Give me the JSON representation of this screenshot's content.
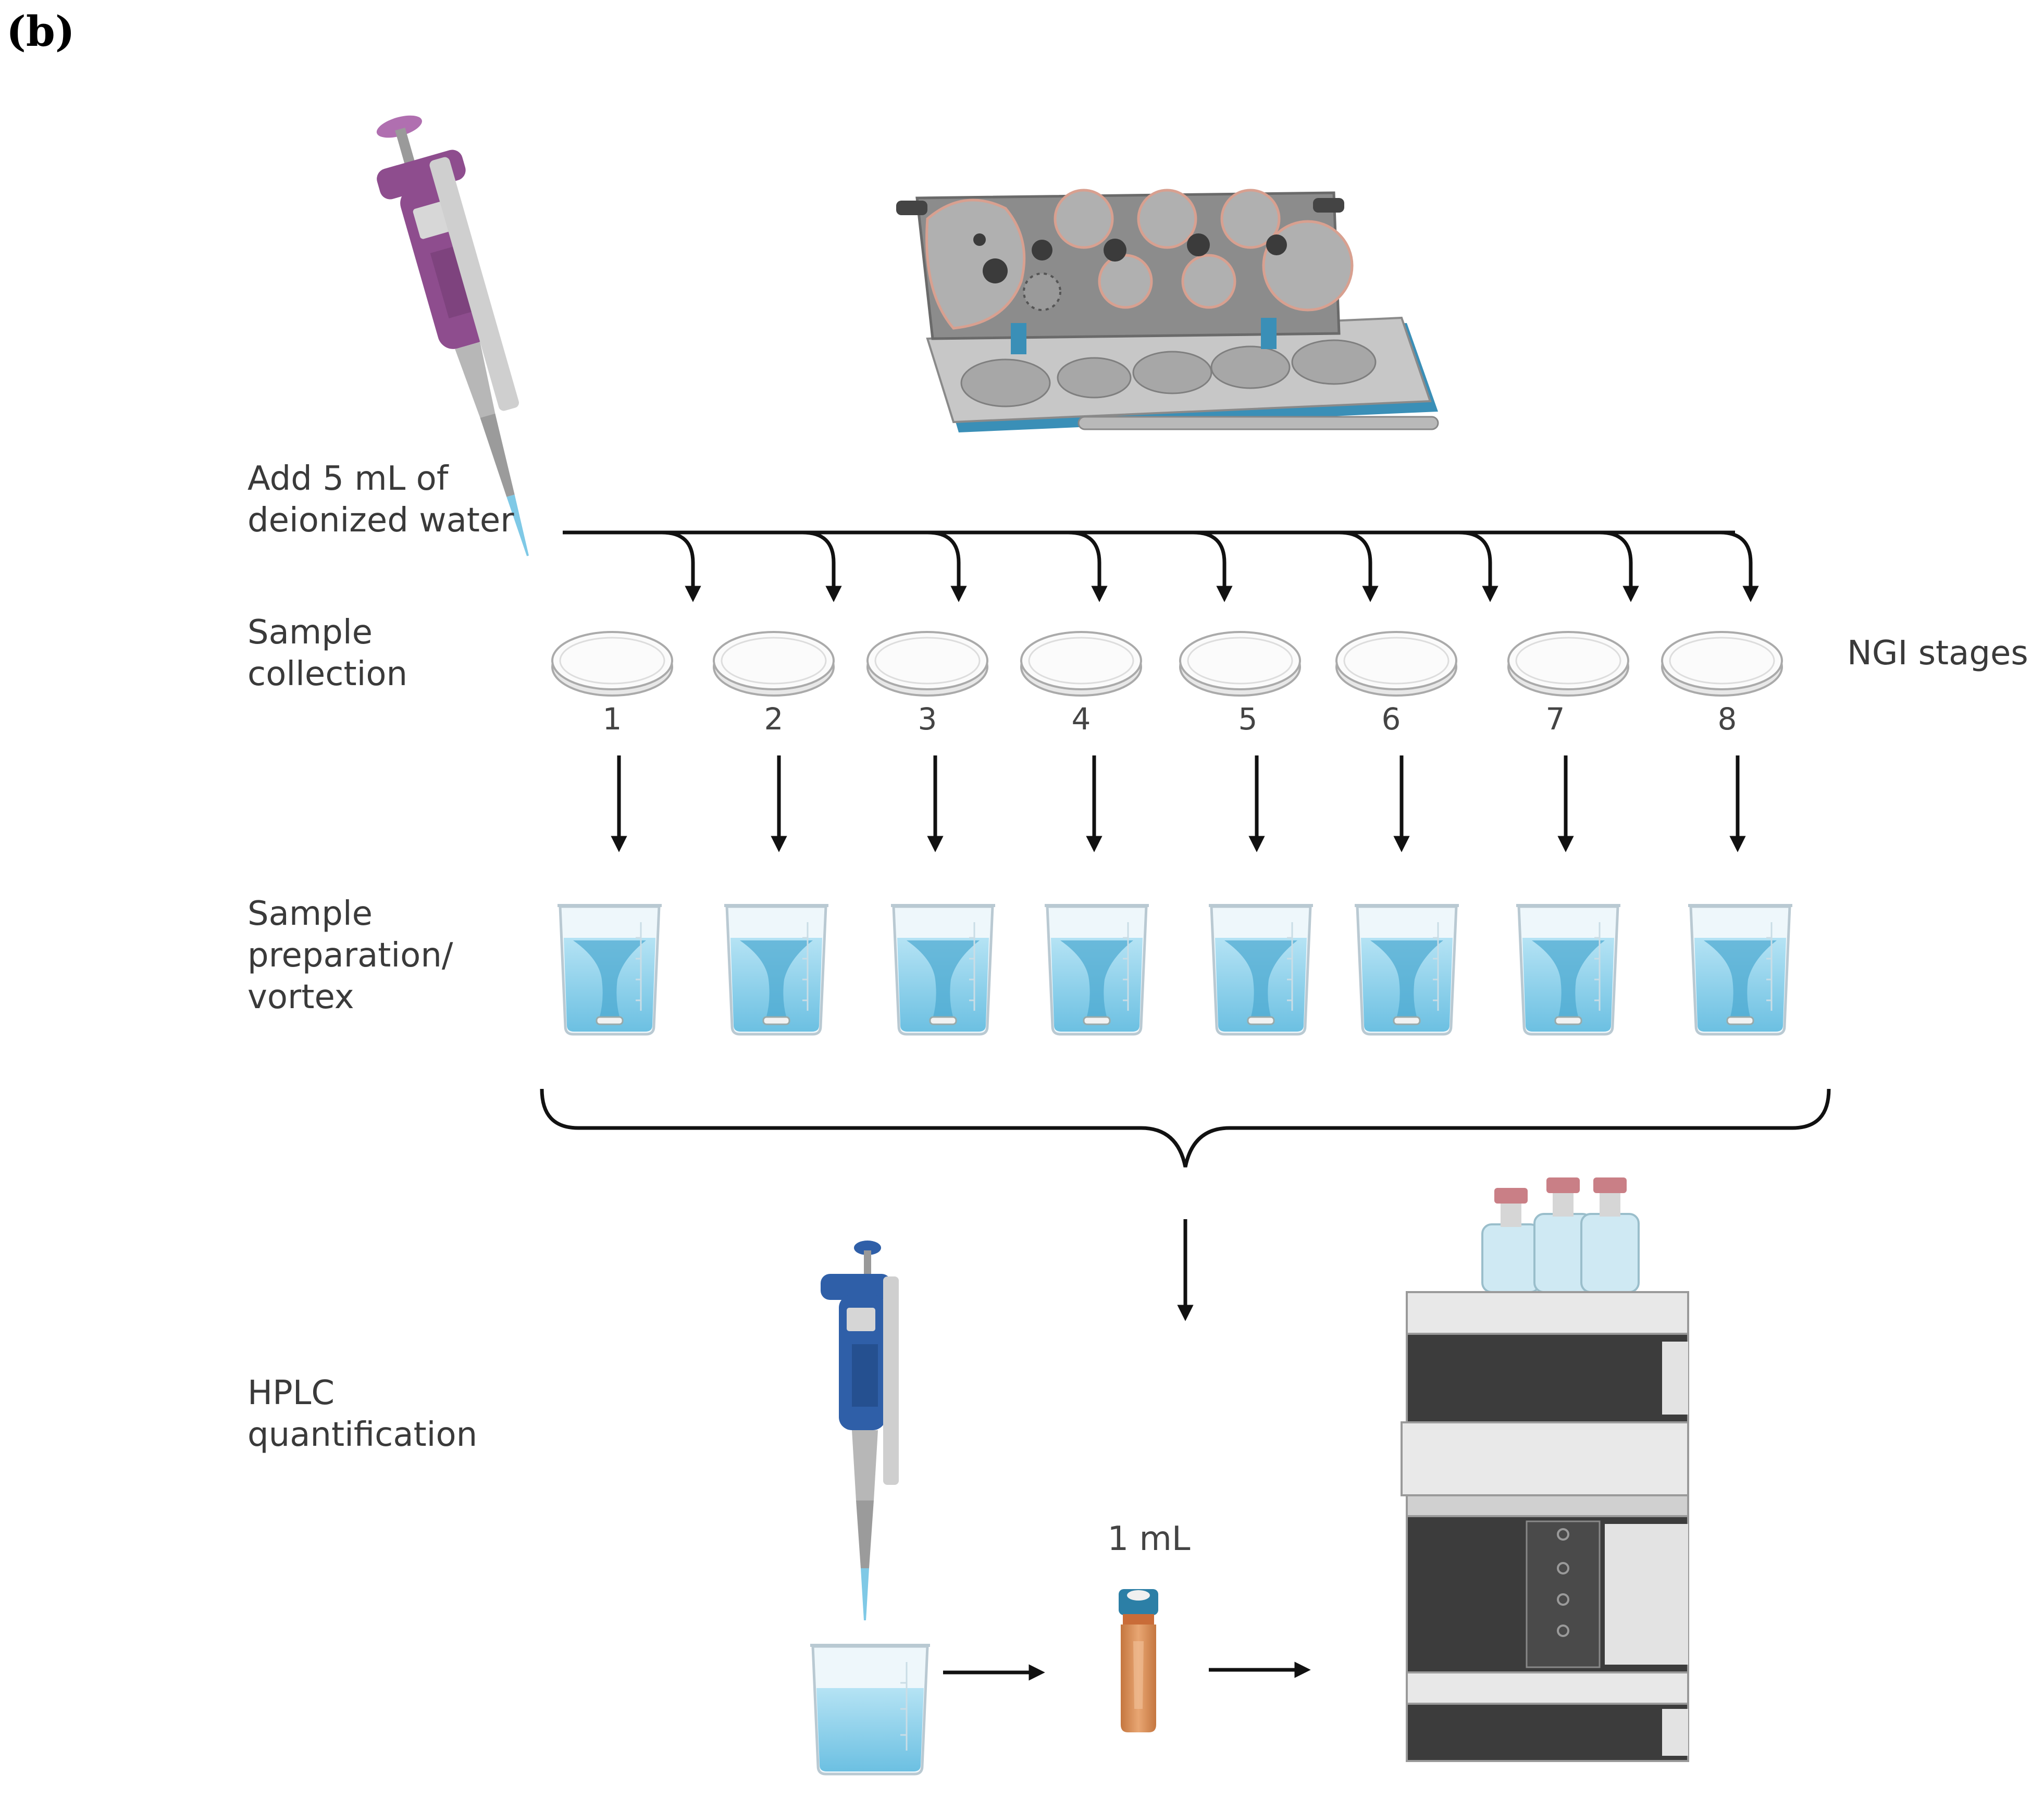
{
  "panel_label": "(b)",
  "steps": {
    "add_water": [
      "Add 5 mL of",
      "deionized water"
    ],
    "sample_collection": [
      "Sample",
      "collection"
    ],
    "sample_preparation": [
      "Sample",
      "preparation/",
      "vortex"
    ],
    "hplc": [
      "HPLC",
      "quantification"
    ]
  },
  "ngi_label": "NGI stages",
  "stage_numbers": [
    "1",
    "2",
    "3",
    "4",
    "5",
    "6",
    "7",
    "8"
  ],
  "volume_label": "1 mL",
  "colors": {
    "arrow": "#111111",
    "label_text": "#3a3a3a",
    "pipette_purple": "#8e4d8e",
    "pipette_blue": "#2f5fa8",
    "water_blue": "#8fd0ea",
    "impactor_gray": "#8c8c8c",
    "impactor_base_blue": "#3a8fb7",
    "vial_amber": "#d08a54",
    "vial_cap": "#2c7fa6",
    "hplc_dark": "#3c3c3c",
    "hplc_light": "#e3e3e3"
  },
  "icons": [
    "pipette-icon",
    "ngi-impactor-icon",
    "collection-cup-icon",
    "beaker-icon",
    "vial-icon",
    "hplc-system-icon"
  ]
}
